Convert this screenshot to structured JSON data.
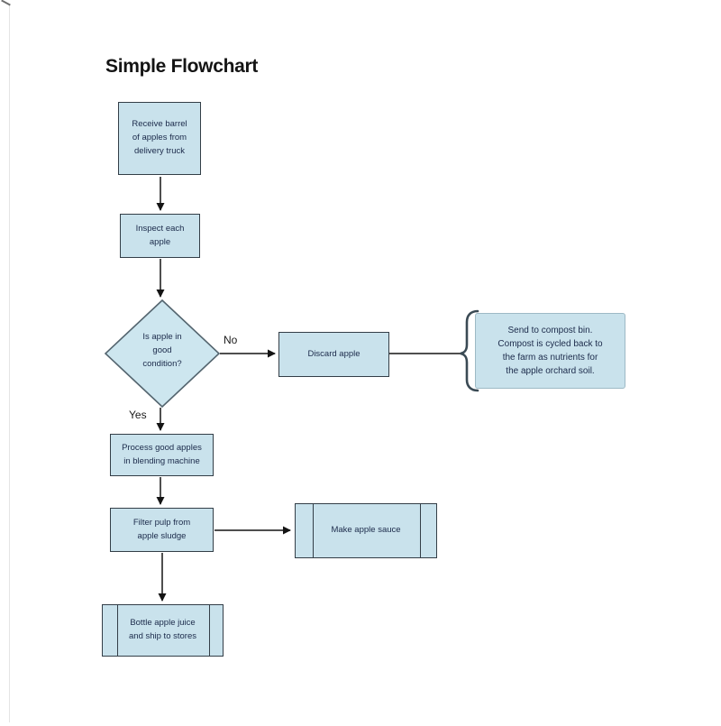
{
  "page": {
    "title": "Simple Flowchart"
  },
  "colors": {
    "node_fill": "#c9e2ec",
    "node_border": "#333e47",
    "node_text": "#1b2a4a",
    "arrow": "#141414"
  },
  "nodes": {
    "receive": {
      "type": "process",
      "lines": [
        "Receive barrel",
        "of apples from",
        "delivery truck"
      ]
    },
    "inspect": {
      "type": "process",
      "lines": [
        "Inspect each",
        "apple"
      ]
    },
    "condition": {
      "type": "decision",
      "lines": [
        "Is apple in",
        "good",
        "condition?"
      ]
    },
    "discard": {
      "type": "process",
      "label": "Discard apple"
    },
    "compost": {
      "type": "annotation",
      "lines": [
        "Send to compost bin.",
        "Compost is cycled back to",
        "the farm as nutrients for",
        "the apple orchard soil."
      ]
    },
    "blend": {
      "type": "process",
      "lines": [
        "Process good apples",
        "in blending machine"
      ]
    },
    "filter": {
      "type": "process",
      "lines": [
        "Filter pulp from",
        "apple sludge"
      ]
    },
    "sauce": {
      "type": "predefined-process",
      "label": "Make apple sauce"
    },
    "bottle": {
      "type": "predefined-process",
      "lines": [
        "Bottle apple juice",
        "and ship to stores"
      ]
    }
  },
  "edge_labels": {
    "no": "No",
    "yes": "Yes"
  }
}
